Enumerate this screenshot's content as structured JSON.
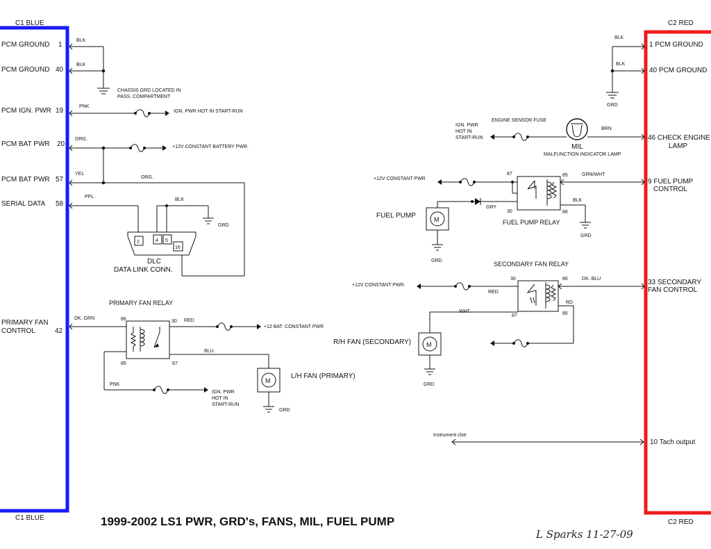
{
  "connectors": {
    "c1_top": "C1 BLUE",
    "c1_bottom": "C1 BLUE",
    "c2_top": "C2 RED",
    "c2_bottom": "C2 RED",
    "c1_color": "#1a1aff",
    "c2_color": "#ee1c1c"
  },
  "c1_pins": {
    "pcm_ground_1": "PCM GROUND",
    "pin_1": "1",
    "pcm_ground_40": "PCM GROUND",
    "pin_40": "40",
    "pcm_ign_pwr": "PCM IGN. PWR",
    "pin_19": "19",
    "pcm_bat_pwr_20": "PCM BAT PWR",
    "pin_20": "20",
    "pcm_bat_pwr_57": "PCM BAT PWR",
    "pin_57": "57",
    "serial_data": "SERIAL DATA",
    "pin_58": "58",
    "primary_fan_l1": "PRIMARY FAN",
    "primary_fan_l2": "CONTROL",
    "pin_42": "42"
  },
  "c2_pins": {
    "pcm_ground_1": "1 PCM GROUND",
    "pcm_ground_40": "40 PCM GROUND",
    "check_engine_l1": "46 CHECK ENGINE",
    "check_engine_l2": "LAMP",
    "fuel_pump_ctrl_l1": "9 FUEL PUMP",
    "fuel_pump_ctrl_l2": "CONTROL",
    "sec_fan_ctrl_l1": "33 SECONDARY",
    "sec_fan_ctrl_l2": "FAN CONTROL",
    "tach_output": "10  Tach output"
  },
  "wires": {
    "blk": "BLK",
    "pnk": "PNK",
    "org": "ORG.",
    "yel": "YEL",
    "ppl": "PPL.",
    "dk_grn": "DK. GRN",
    "red": "RED",
    "blu": "BLU.",
    "brn": "BRN",
    "grn_wht": "GRN/WHT",
    "gry": "GRY",
    "wht": "WHT",
    "dk_blu": "DK. BLU",
    "rd": "RD"
  },
  "notes": {
    "chassis_grd_l1": "CHASSIS GRD LOCATED IN",
    "chassis_grd_l2": "PASS. COMPARTMENT",
    "ign_pwr_hot": "IGN. PWR HOT IN START-RUN",
    "bat_pwr_12v": "+12V CONSTANT BATTERY PWR.",
    "grd": "GRD",
    "dlc_l1": "DLC",
    "dlc_l2": "DATA LINK CONN.",
    "dlc_pin_2": "2",
    "dlc_pin_4": "4",
    "dlc_pin_5": "5",
    "dlc_pin_16": "16",
    "primary_fan_relay": "PRIMARY FAN RELAY",
    "bat_constant_12": "+12 BAT. CONSTANT PWR",
    "lh_fan": "L/H FAN (PRIMARY)",
    "ign_pwr_l1": "IGN. PWR",
    "ign_pwr_l2": "HOT IN",
    "ign_pwr_l3": "START-RUN",
    "engine_sensor_fuse": "ENGINE SENSOR FUSE",
    "mil": "MIL",
    "mil_full": "MALFUNCTION INDICATOR LAMP",
    "const_pwr_12v": "+12V CONSTANT PWR",
    "const_pwr_12v_dot": "+12V CONSTANT PWR.",
    "fuel_pump": "FUEL PUMP",
    "fuel_pump_relay": "FUEL PUMP RELAY",
    "secondary_fan_relay": "SECONDARY FAN RELAY",
    "rh_fan": "R/H FAN (SECONDARY)",
    "instrument_clstr": "Instrument clstr",
    "relay_87": "87",
    "relay_85": "85",
    "relay_86": "86",
    "relay_30": "30",
    "motor": "M"
  },
  "title": "1999-2002 LS1 PWR, GRD's, FANS, MIL, FUEL PUMP",
  "signature": "L Sparks 11-27-09"
}
